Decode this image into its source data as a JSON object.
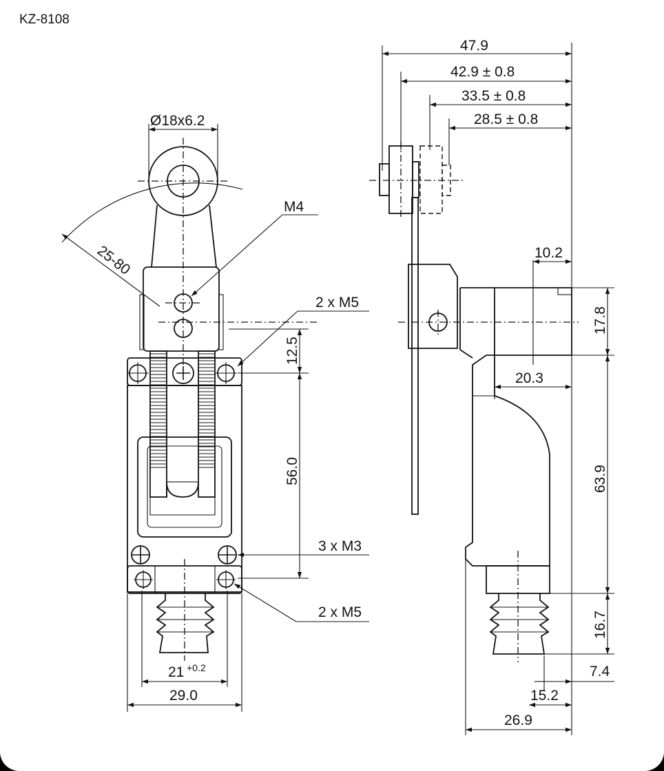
{
  "model": "KZ-8108",
  "front_view": {
    "roller_dim": "Ø18x6.2",
    "arm_range": "25-80",
    "thread_arm": "M4",
    "holes_top": "2 x M5",
    "holes_mid": "3 x M3",
    "holes_bottom": "2 x M5",
    "dim_12_5": "12.5",
    "dim_56_0": "56.0",
    "dim_21": "21",
    "dim_21_tol": "+0.2",
    "dim_29_0": "29.0"
  },
  "side_view": {
    "dim_47_9": "47.9",
    "dim_42_9": "42.9 ± 0.8",
    "dim_33_5": "33.5 ± 0.8",
    "dim_28_5": "28.5 ± 0.8",
    "dim_10_2": "10.2",
    "dim_17_8": "17.8",
    "dim_20_3": "20.3",
    "dim_63_9": "63.9",
    "dim_16_7": "16.7",
    "dim_7_4": "7.4",
    "dim_15_2": "15.2",
    "dim_26_9": "26.9"
  }
}
